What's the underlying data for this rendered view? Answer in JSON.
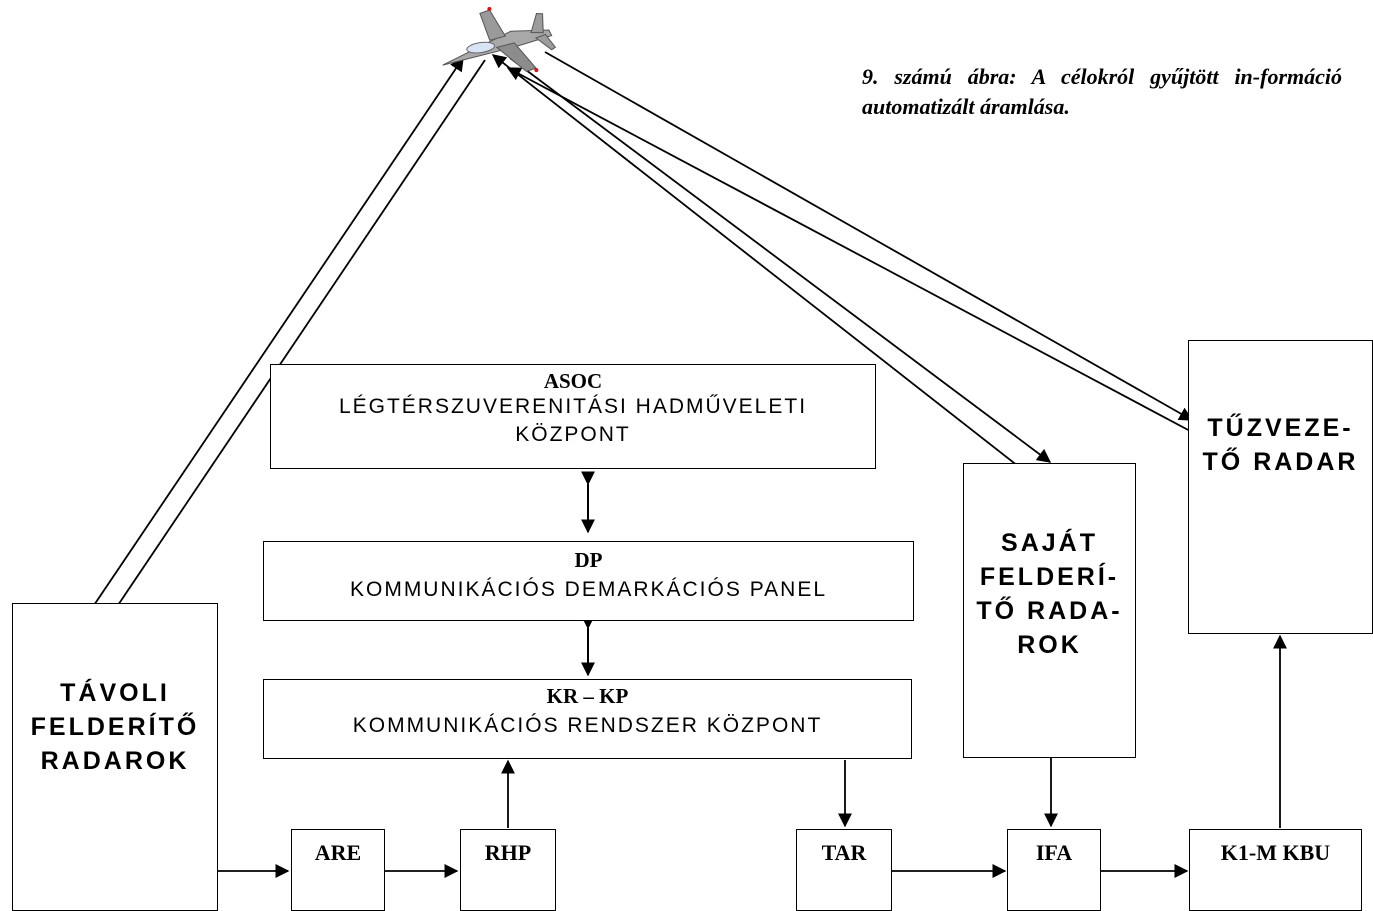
{
  "caption": "9. számú ábra: A célokról gyűjtött in-formáció automatizált áramlása.",
  "nodes": {
    "asoc": {
      "title": "ASOC",
      "line1": "LÉGTÉRSZUVERENITÁSI HADMŰVELETI",
      "line2": "KÖZPONT"
    },
    "dp": {
      "title": "DP",
      "line1": "KOMMUNIKÁCIÓS DEMARKÁCIÓS PANEL"
    },
    "krkp": {
      "title": "KR – KP",
      "line1": "KOMMUNIKÁCIÓS RENDSZER KÖZPONT"
    },
    "tavoli": {
      "line1": "TÁVOLI",
      "line2": "FELDERÍTŐ",
      "line3": "RADAROK"
    },
    "sajat": {
      "line1": "SAJÁT",
      "line2": "FELDERÍ-",
      "line3": "TŐ RADA-",
      "line4": "ROK"
    },
    "tuzvezeto": {
      "line1": "TŰZVEZE-",
      "line2": "TŐ RADAR"
    },
    "are": {
      "title": "ARE"
    },
    "rhp": {
      "title": "RHP"
    },
    "tar": {
      "title": "TAR"
    },
    "ifa": {
      "title": "IFA"
    },
    "k1m": {
      "title": "K1-M KBU"
    }
  },
  "icons": {
    "aircraft": "fighter-jet-icon"
  }
}
